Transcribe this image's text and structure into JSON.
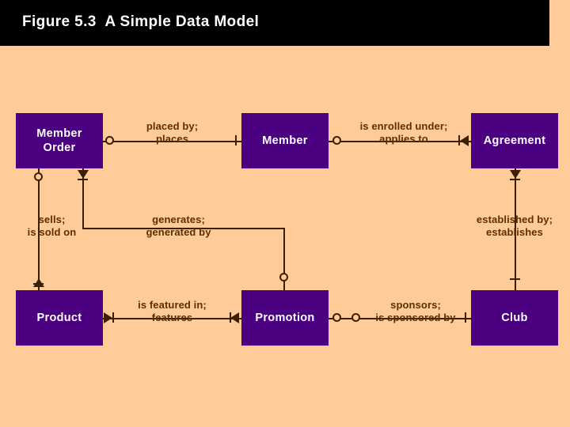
{
  "slide": {
    "title": "Figure 5.3  A Simple Data Model",
    "background_color": "#ffcc99",
    "title_bar_color": "#000000",
    "entity_color": "#4b0082",
    "line_color": "#3b2000",
    "label_color": "#5a3000"
  },
  "diagram": {
    "type": "entity-relationship",
    "entities": [
      {
        "id": "member-order",
        "label": "Member\nOrder"
      },
      {
        "id": "member",
        "label": "Member"
      },
      {
        "id": "agreement",
        "label": "Agreement"
      },
      {
        "id": "product",
        "label": "Product"
      },
      {
        "id": "promotion",
        "label": "Promotion"
      },
      {
        "id": "club",
        "label": "Club"
      }
    ],
    "relationships": [
      {
        "id": "member-order-member",
        "label": "placed by;\nplaces",
        "from": "member-order",
        "to": "member"
      },
      {
        "id": "member-agreement",
        "label": "is enrolled under;\napplies to",
        "from": "member",
        "to": "agreement"
      },
      {
        "id": "member-order-product",
        "label": "sells;\nis sold on",
        "from": "member-order",
        "to": "product"
      },
      {
        "id": "member-order-promotion",
        "label": "generates;\ngenerated by",
        "from": "member-order",
        "to": "promotion"
      },
      {
        "id": "agreement-club",
        "label": "established by;\nestablishes",
        "from": "agreement",
        "to": "club"
      },
      {
        "id": "product-promotion",
        "label": "is featured in;\nfeatures",
        "from": "product",
        "to": "promotion"
      },
      {
        "id": "promotion-club",
        "label": "sponsors;\nis sponsored by",
        "from": "promotion",
        "to": "club"
      }
    ]
  }
}
